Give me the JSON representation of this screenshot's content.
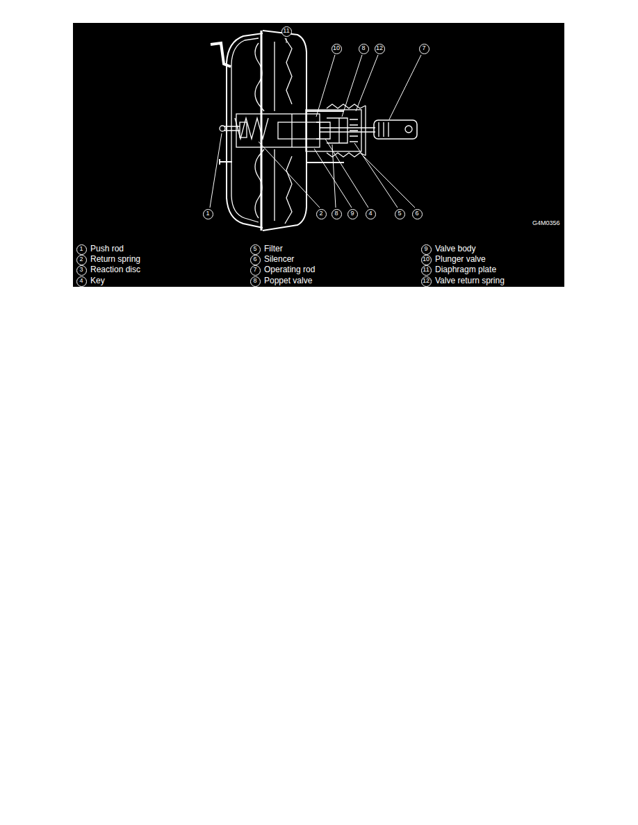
{
  "diagram": {
    "labels": [
      "11",
      "10",
      "8",
      "12",
      "7",
      "1",
      "2",
      "8",
      "9",
      "4",
      "5",
      "6",
      "G4M0356",
      "1",
      "Push rod",
      "5",
      "Filter",
      "9",
      "Valve body",
      "2",
      "Return spring",
      "6",
      "Silencer",
      "10",
      "Plunger valve",
      "3",
      "Reaction disc",
      "7",
      "Operating rod",
      "11",
      "Diaphragm plate",
      "4",
      "Key",
      "8",
      "Poppet valve",
      "12",
      "Valve return spring"
    ]
  }
}
